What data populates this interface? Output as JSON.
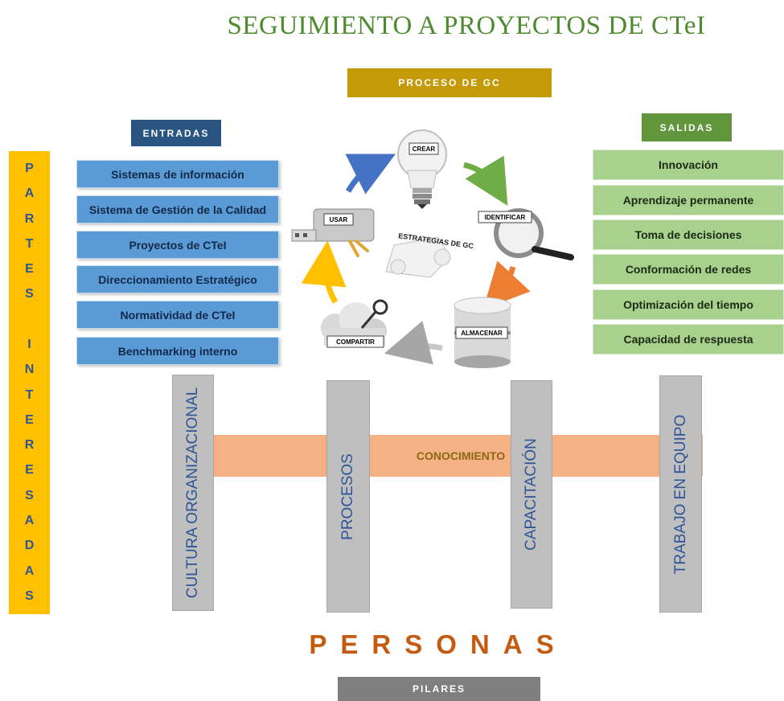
{
  "title": "SEGUIMIENTO A PROYECTOS DE CTeI",
  "proceso_label": "PROCESO DE GC",
  "entradas": {
    "label": "ENTRADAS",
    "items": [
      "Sistemas de información",
      "Sistema de Gestión de la Calidad",
      "Proyectos de CTeI",
      "Direccionamiento Estratégico",
      "Normatividad de CTeI",
      "Benchmarking interno"
    ]
  },
  "salidas": {
    "label": "SALIDAS",
    "items": [
      "Innovación",
      "Aprendizaje permanente",
      "Toma de decisiones",
      "Conformación de redes",
      "Optimización del tiempo",
      "Capacidad de respuesta"
    ]
  },
  "partes_interesadas": [
    "P",
    "A",
    "R",
    "T",
    "E",
    "S",
    "",
    "I",
    "N",
    "T",
    "E",
    "R",
    "E",
    "S",
    "A",
    "D",
    "A",
    "S"
  ],
  "cycle": {
    "center": "ESTRATEGIAS DE GC",
    "steps": {
      "crear": "CREAR",
      "identificar": "IDENTIFICAR",
      "almacenar": "ALMACENAR",
      "compartir": "COMPARTIR",
      "usar": "USAR"
    },
    "arrow_colors": [
      "#70ad47",
      "#ed7d31",
      "#a6a6a6",
      "#ffc000",
      "#4472c4"
    ]
  },
  "conocimiento": "CONOCIMIENTO",
  "pillars": [
    "CULTURA ORGANIZACIONAL",
    "PROCESOS",
    "CAPACITACIÓN",
    "TRABAJO EN EQUIPO"
  ],
  "personas": "PERSONAS",
  "pilares_label": "PILARES",
  "colors": {
    "title": "#4e8a2e",
    "proceso": "#c49a08",
    "entradas_header": "#2a5583",
    "entradas_items": "#5b9bd5",
    "salidas_header": "#62963d",
    "salidas_items": "#a9d18e",
    "partes": "#ffc000",
    "conocimiento": "#f4b183",
    "pillar": "#bfbfbf",
    "personas": "#c55a11",
    "pilares": "#7f7f7f"
  }
}
